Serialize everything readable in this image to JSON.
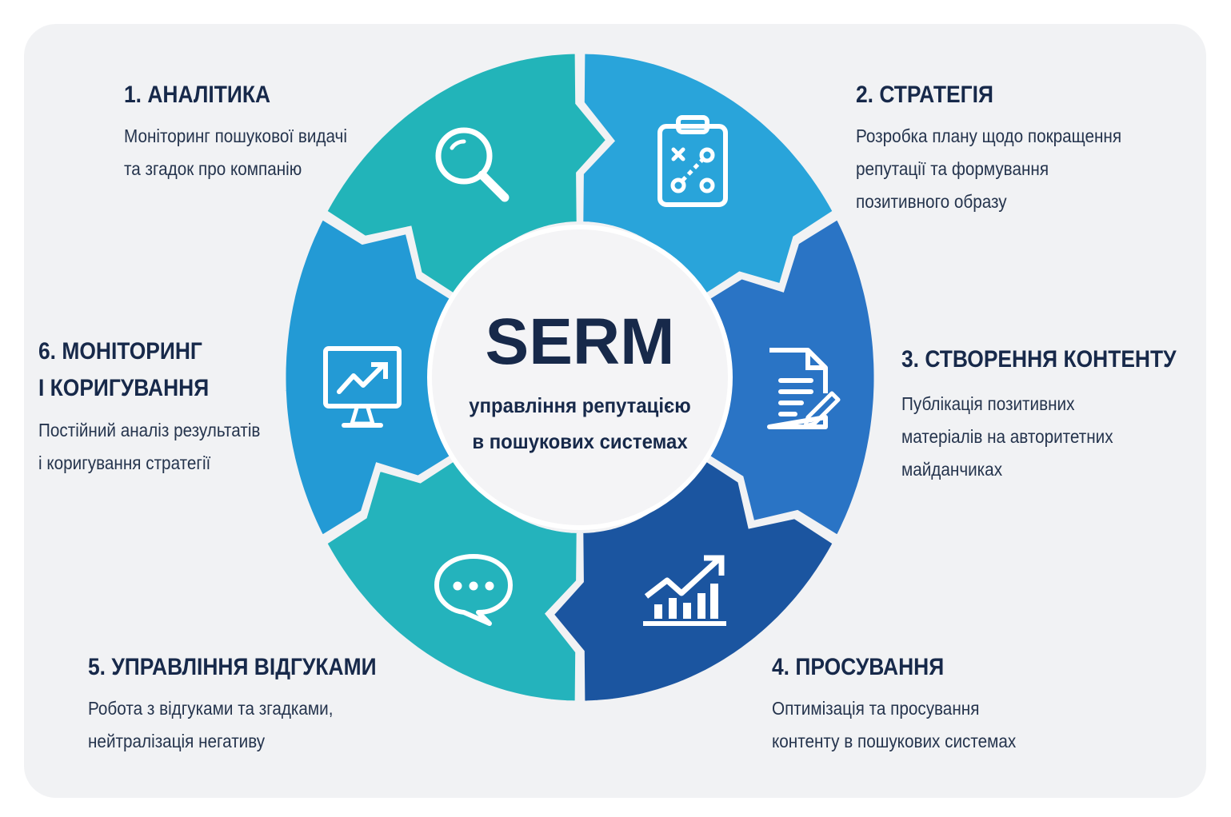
{
  "center": {
    "title": "SERM",
    "subtitle_lines": [
      "управління репутацією",
      "в пошукових системах"
    ]
  },
  "steps": [
    {
      "title_lines": [
        "1. АНАЛІТИКА"
      ],
      "desc_lines": [
        "Моніторинг пошукової видачі",
        "та згадок про компанію"
      ],
      "icon": "search-icon",
      "color": "#22b4b9"
    },
    {
      "title_lines": [
        "2. СТРАТЕГІЯ"
      ],
      "desc_lines": [
        "Розробка плану щодо покращення",
        "репутації та формування",
        "позитивного образу"
      ],
      "icon": "clipboard-strategy-icon",
      "color": "#29a4da"
    },
    {
      "title_lines": [
        "3. СТВОРЕННЯ КОНТЕНТУ"
      ],
      "desc_lines": [
        "Публікація позитивних",
        "матеріалів на авторитетних",
        "майданчиках"
      ],
      "icon": "document-edit-icon",
      "color": "#2a74c5"
    },
    {
      "title_lines": [
        "4. ПРОСУВАННЯ"
      ],
      "desc_lines": [
        "Оптимізація та просування",
        "контенту в пошукових системах"
      ],
      "icon": "growth-chart-icon",
      "color": "#1b55a0"
    },
    {
      "title_lines": [
        "5. УПРАВЛІННЯ ВІДГУКАМИ"
      ],
      "desc_lines": [
        "Робота з відгуками та згадками,",
        "нейтралізація негативу"
      ],
      "icon": "chat-bubble-icon",
      "color": "#24b3bc"
    },
    {
      "title_lines": [
        "6. МОНІТОРИНГ",
        "І КОРИГУВАННЯ"
      ],
      "desc_lines": [
        "Постійний аналіз результатів",
        "і коригування стратегії"
      ],
      "icon": "monitor-chart-icon",
      "color": "#239ad5"
    }
  ]
}
